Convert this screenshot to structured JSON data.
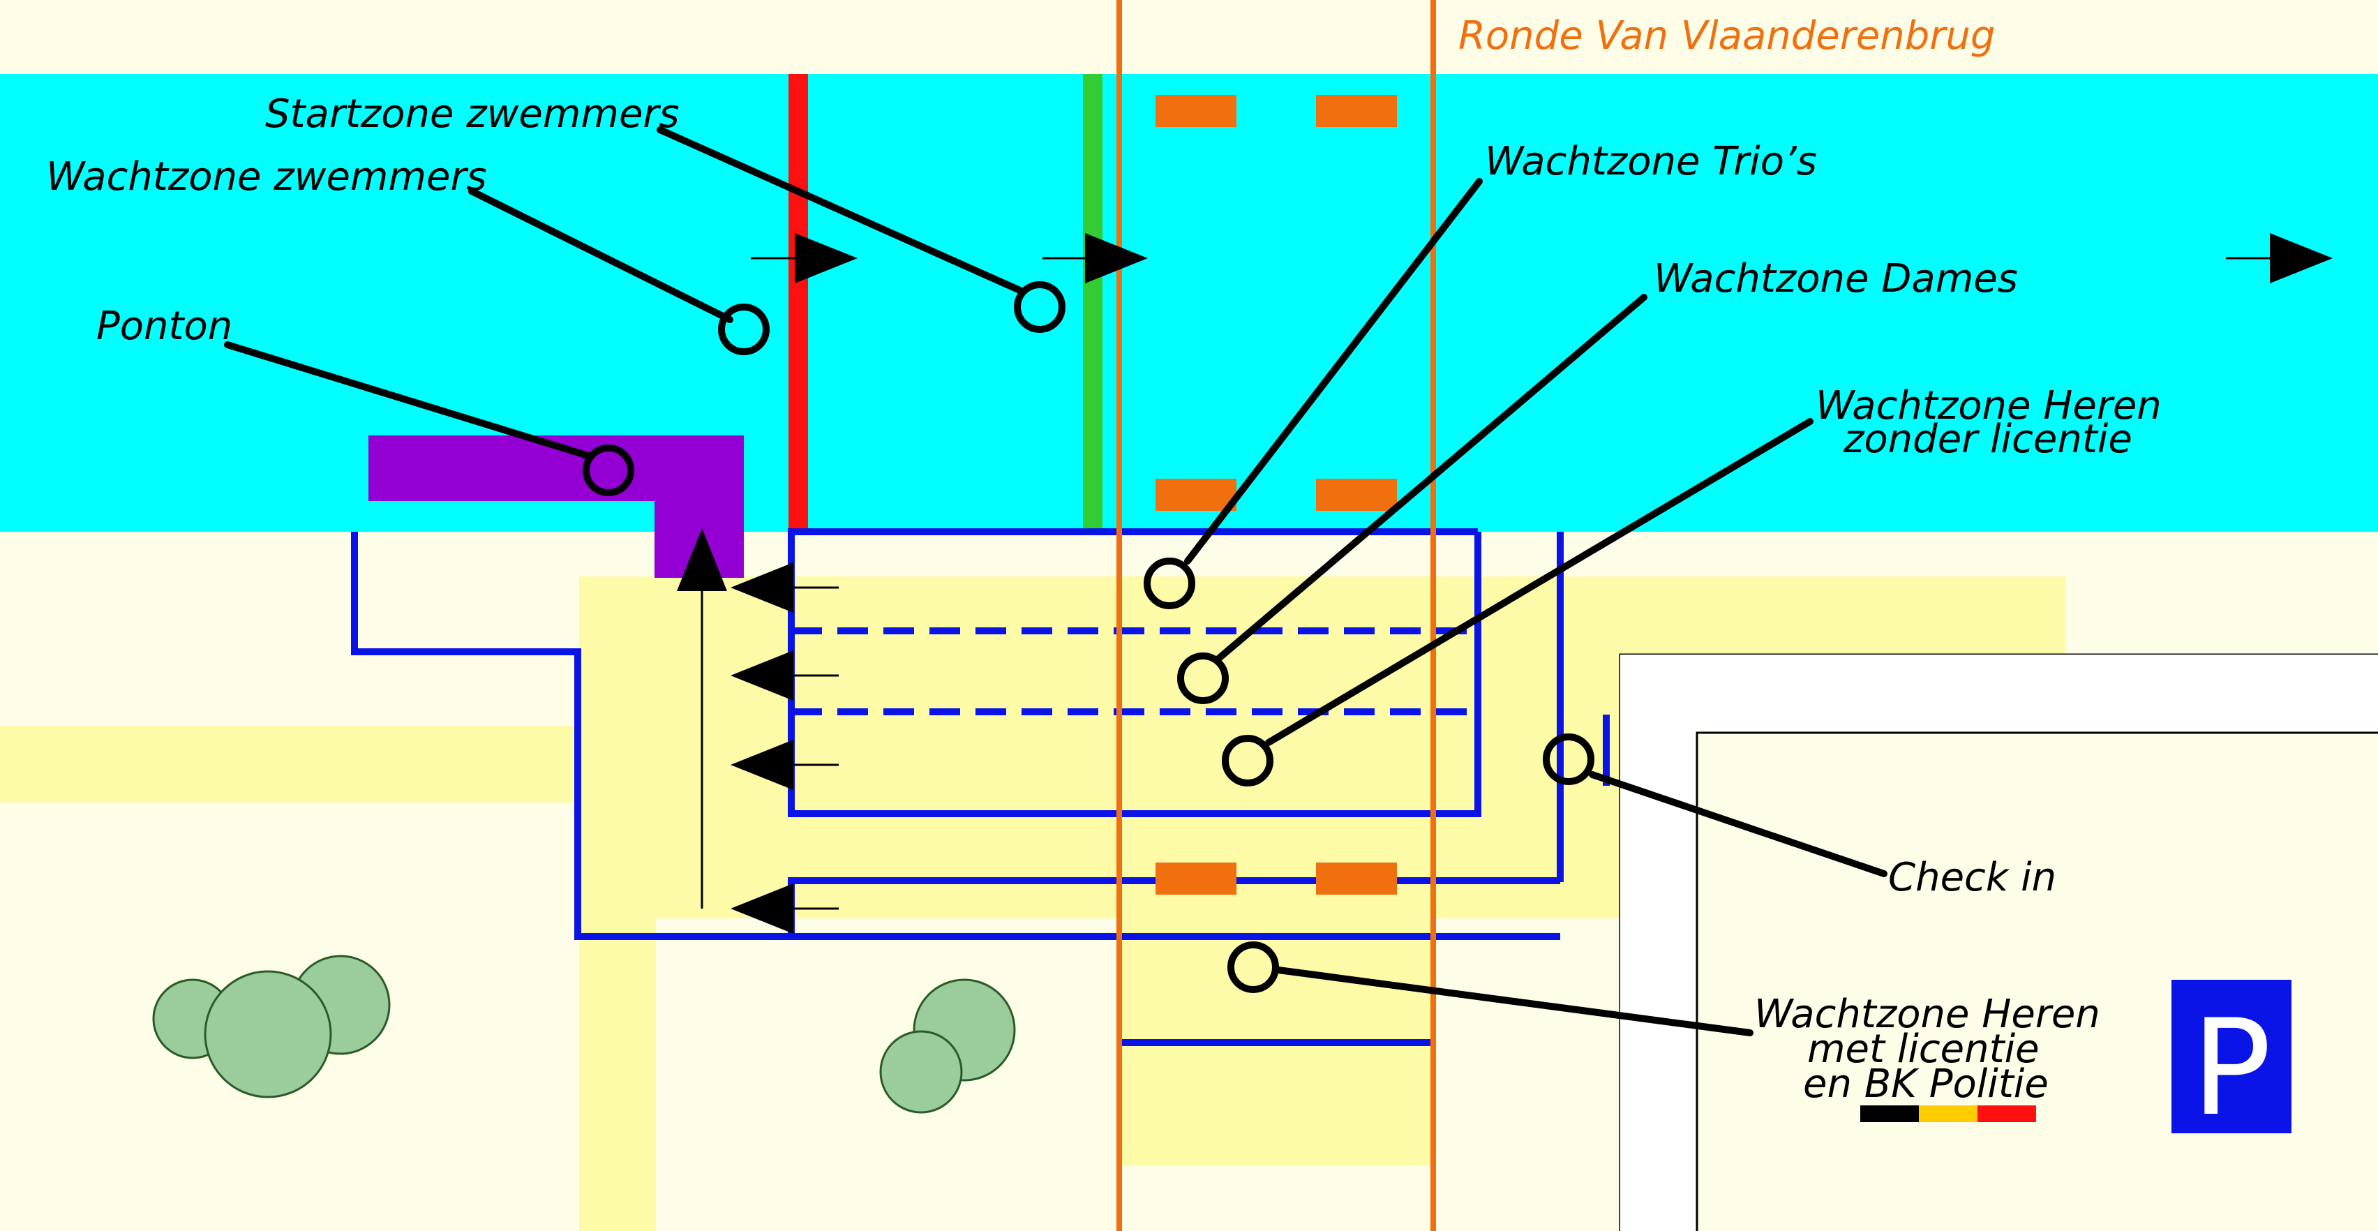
{
  "bridge": {
    "name": "Ronde Van Vlaanderenbrug"
  },
  "labels": {
    "startzone": "Startzone zwemmers",
    "wachtzone_zwemmers": "Wachtzone zwemmers",
    "ponton": "Ponton",
    "wachtzone_trios": "Wachtzone Trio’s",
    "wachtzone_dames": "Wachtzone Dames",
    "heren_zonder_line1": "Wachtzone Heren",
    "heren_zonder_line2": "zonder licentie",
    "check_in": "Check in",
    "heren_met_line1": "Wachtzone Heren",
    "heren_met_line2": "met licentie",
    "heren_met_line3": "en BK Politie"
  },
  "parking": {
    "symbol": "P"
  },
  "colors": {
    "background": "#fefee8",
    "water": "#00ffff",
    "sand": "#fdfaa8",
    "bridge": "#f07010",
    "zone_border": "#0a14e6",
    "start_line": "#ff1010",
    "green_line": "#33cc33",
    "ponton": "#9400d3",
    "tree": "#9bcc9b",
    "parking": "#0a14e6",
    "flag": [
      "#000000",
      "#ffcc00",
      "#ff1010"
    ]
  }
}
